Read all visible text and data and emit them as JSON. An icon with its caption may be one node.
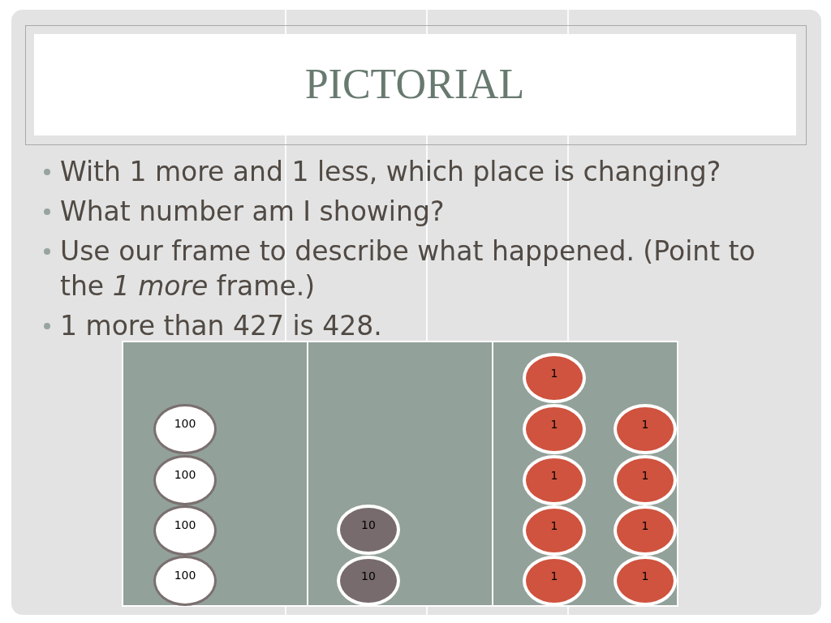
{
  "diagram": {
    "title": "PICTORIAL",
    "nodes": [
      {
        "text": [],
        "shape": "box"
      },
      {
        "text": [
          "100"
        ],
        "in": 0
      },
      {
        "text": [
          "100"
        ],
        "in": 0
      },
      {
        "text": [
          "100"
        ],
        "in": 0
      },
      {
        "text": [
          "100"
        ],
        "in": 0
      },
      {
        "text": [],
        "shape": "box"
      },
      {
        "text": [
          "10"
        ],
        "in": 5
      },
      {
        "text": [
          "10"
        ],
        "in": 5
      },
      {
        "text": [],
        "shape": "box"
      },
      {
        "text": [
          "1"
        ],
        "in": 8
      },
      {
        "text": [
          "1"
        ],
        "in": 8
      },
      {
        "text": [
          "1"
        ],
        "in": 8
      },
      {
        "text": [
          "1"
        ],
        "in": 8
      },
      {
        "text": [
          "1"
        ],
        "in": 8
      },
      {
        "text": [
          "1"
        ],
        "in": 8
      },
      {
        "text": [
          "1"
        ],
        "in": 8
      },
      {
        "text": [
          "1"
        ],
        "in": 8
      },
      {
        "text": [
          "1"
        ],
        "in": 8
      }
    ],
    "labels": [
      "With 1 more and 1 less, which place is changing?",
      "What number am I showing?",
      "Use our frame to describe what happened. (Point to the *1 more* frame.)",
      "1 more than 427 is 428."
    ]
  }
}
